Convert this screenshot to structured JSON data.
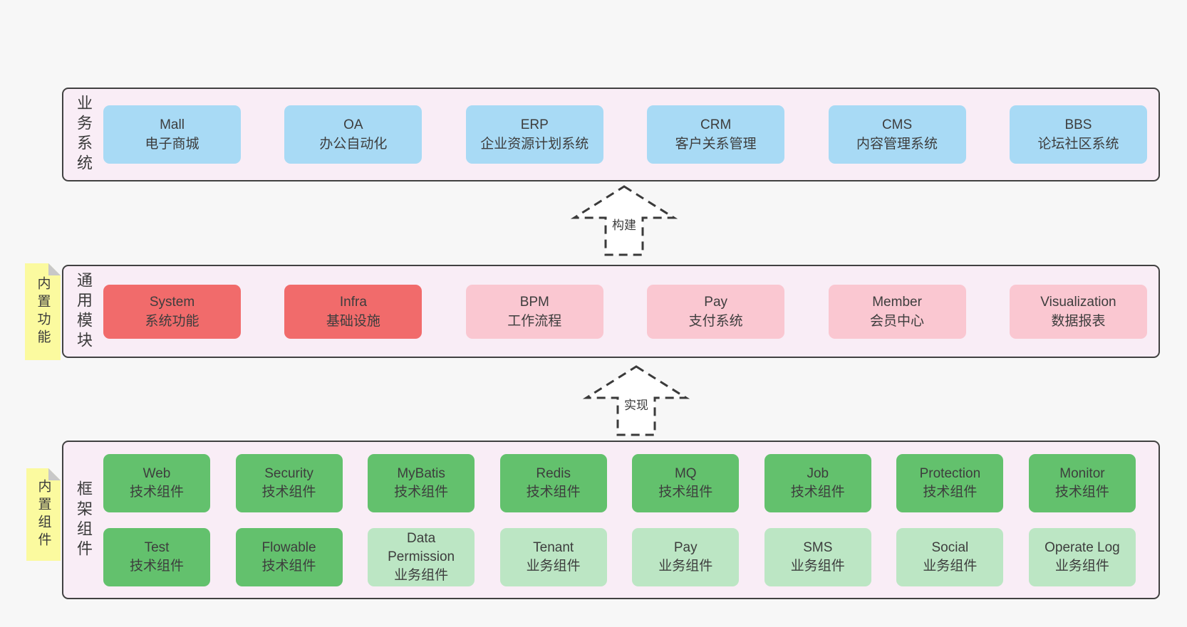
{
  "colors": {
    "page_bg": "#f7f7f7",
    "band_bg": "#f9edf6",
    "band_border": "#414141",
    "box_blue": "#a8daf5",
    "box_red": "#f16b6b",
    "box_pink": "#fac7d1",
    "box_green": "#63c16d",
    "box_green_light": "#bce6c4",
    "note_yellow": "#fbfa9f",
    "fold_gray": "#c8c8c8",
    "text": "#3b3b3b"
  },
  "arrows": [
    {
      "label": "构建"
    },
    {
      "label": "实现"
    }
  ],
  "bands": [
    {
      "label": "业务系统",
      "boxes": [
        {
          "title": "Mall",
          "subtitle": "电子商城"
        },
        {
          "title": "OA",
          "subtitle": "办公自动化"
        },
        {
          "title": "ERP",
          "subtitle": "企业资源计划系统"
        },
        {
          "title": "CRM",
          "subtitle": "客户关系管理"
        },
        {
          "title": "CMS",
          "subtitle": "内容管理系统"
        },
        {
          "title": "BBS",
          "subtitle": "论坛社区系统"
        }
      ]
    },
    {
      "label": "通用模块",
      "note": "内置功能",
      "boxes": [
        {
          "title": "System",
          "subtitle": "系统功能"
        },
        {
          "title": "Infra",
          "subtitle": "基础设施"
        },
        {
          "title": "BPM",
          "subtitle": "工作流程"
        },
        {
          "title": "Pay",
          "subtitle": "支付系统"
        },
        {
          "title": "Member",
          "subtitle": "会员中心"
        },
        {
          "title": "Visualization",
          "subtitle": "数据报表"
        }
      ]
    },
    {
      "label": "框架组件",
      "note": "内置组件",
      "rows": [
        [
          {
            "title": "Web",
            "subtitle": "技术组件"
          },
          {
            "title": "Security",
            "subtitle": "技术组件"
          },
          {
            "title": "MyBatis",
            "subtitle": "技术组件"
          },
          {
            "title": "Redis",
            "subtitle": "技术组件"
          },
          {
            "title": "MQ",
            "subtitle": "技术组件"
          },
          {
            "title": "Job",
            "subtitle": "技术组件"
          },
          {
            "title": "Protection",
            "subtitle": "技术组件"
          },
          {
            "title": "Monitor",
            "subtitle": "技术组件"
          }
        ],
        [
          {
            "title": "Test",
            "subtitle": "技术组件"
          },
          {
            "title": "Flowable",
            "subtitle": "技术组件"
          },
          {
            "title": "Data Permission",
            "subtitle": "业务组件"
          },
          {
            "title": "Tenant",
            "subtitle": "业务组件"
          },
          {
            "title": "Pay",
            "subtitle": "业务组件"
          },
          {
            "title": "SMS",
            "subtitle": "业务组件"
          },
          {
            "title": "Social",
            "subtitle": "业务组件"
          },
          {
            "title": "Operate Log",
            "subtitle": "业务组件"
          }
        ]
      ]
    }
  ]
}
